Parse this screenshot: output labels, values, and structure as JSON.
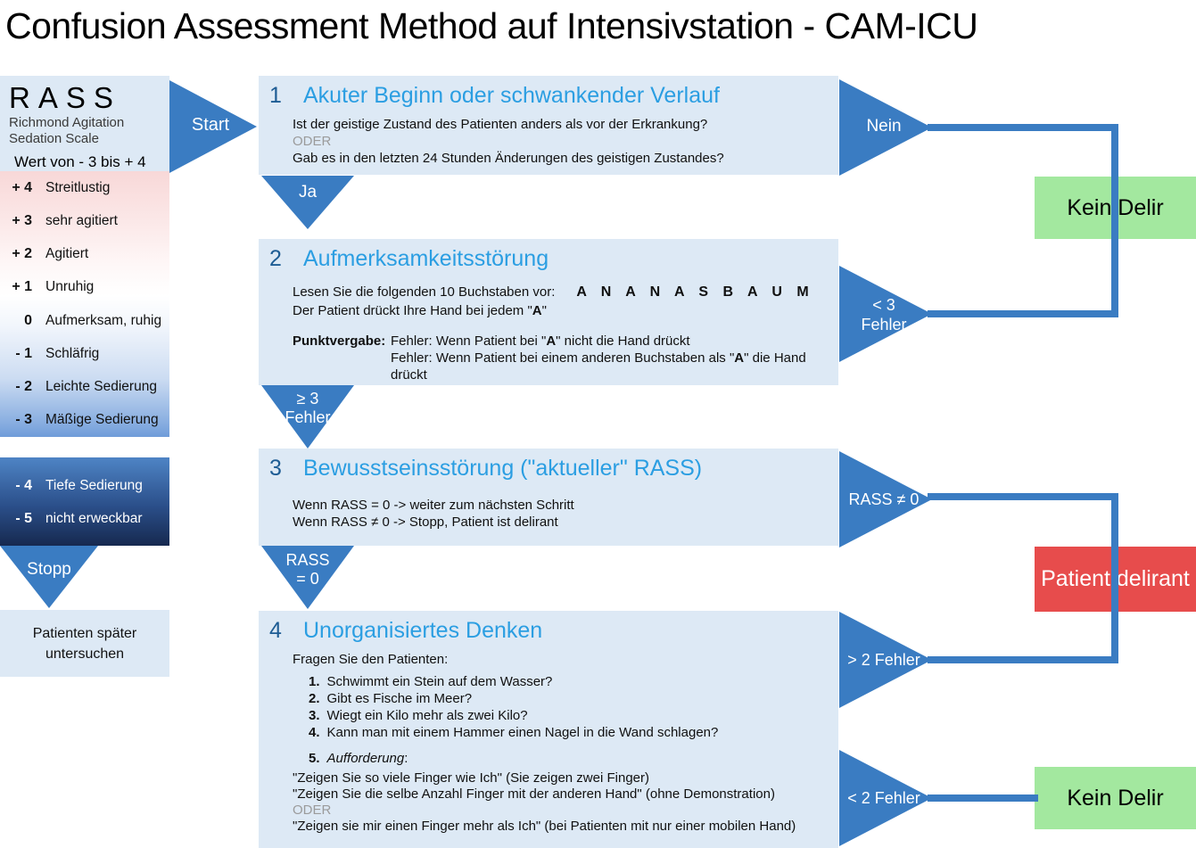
{
  "title": "Confusion Assessment Method auf Intensivstation - CAM-ICU",
  "colors": {
    "arrow_blue": "#3a7cc2",
    "box_light_blue": "#dde9f5",
    "step_title_blue": "#2b9ee2",
    "step_number_blue": "#1d5c94",
    "outcome_green": "#a3e89f",
    "outcome_red": "#e74c4c",
    "deep_sedation_gradient_top": "#4e84c5",
    "deep_sedation_gradient_bottom": "#16294f",
    "scale_gradient_top_pink": "#f8d8d8",
    "scale_gradient_bottom_blue": "#6f9cd9",
    "muted_gray": "#9b9b9b"
  },
  "rass_panel": {
    "title": "RASS",
    "subtitle_line1": "Richmond Agitation",
    "subtitle_line2": "Sedation Scale",
    "range_note": "Wert von - 3 bis + 4",
    "scale": [
      {
        "value": "+ 4",
        "label": "Streitlustig"
      },
      {
        "value": "+ 3",
        "label": "sehr agitiert"
      },
      {
        "value": "+ 2",
        "label": "Agitiert"
      },
      {
        "value": "+ 1",
        "label": "Unruhig"
      },
      {
        "value": "0",
        "label": "Aufmerksam, ruhig"
      },
      {
        "value": "- 1",
        "label": "Schläfrig"
      },
      {
        "value": "- 2",
        "label": "Leichte Sedierung"
      },
      {
        "value": "- 3",
        "label": "Mäßige Sedierung"
      }
    ],
    "deep_scale": [
      {
        "value": "- 4",
        "label": "Tiefe Sedierung"
      },
      {
        "value": "- 5",
        "label": "nicht erweckbar"
      }
    ],
    "stop_label": "Stopp",
    "stop_action_line1": "Patienten später",
    "stop_action_line2": "untersuchen"
  },
  "flow": {
    "start_label": "Start",
    "step1": {
      "number": "1",
      "title": "Akuter Beginn oder schwankender Verlauf",
      "line1": "Ist der geistige Zustand des Patienten anders als vor der Erkrankung?",
      "oder": "ODER",
      "line2": "Gab es in den letzten 24 Stunden Änderungen des geistigen Zustandes?"
    },
    "step2": {
      "number": "2",
      "title": "Aufmerksamkeitsstörung",
      "read_label": "Lesen Sie die folgenden 10 Buchstaben vor:",
      "letters": "A N A N A S B A U M",
      "press_pre": "Der Patient drückt Ihre Hand bei jedem \"",
      "press_bold": "A",
      "press_post": "\"",
      "score_label": "Punktvergabe:",
      "err1_pre": "Fehler: Wenn Patient bei \"",
      "err1_bold": "A",
      "err1_post": "\" nicht die Hand drückt",
      "err2_pre": "Fehler: Wenn Patient bei einem anderen Buchstaben als \"",
      "err2_bold": "A",
      "err2_post": "\" die Hand drückt"
    },
    "step3": {
      "number": "3",
      "title": "Bewusstseinsstörung (\"aktueller\" RASS)",
      "line1": "Wenn RASS = 0 -> weiter zum nächsten Schritt",
      "line2": "Wenn RASS ≠ 0 -> Stopp, Patient ist delirant"
    },
    "step4": {
      "number": "4",
      "title": "Unorganisiertes Denken",
      "intro": "Fragen Sie den Patienten:",
      "questions": [
        {
          "num": "1.",
          "text": "Schwimmt ein Stein auf dem Wasser?"
        },
        {
          "num": "2.",
          "text": "Gibt es Fische im Meer?"
        },
        {
          "num": "3.",
          "text": "Wiegt ein Kilo mehr als zwei Kilo?"
        },
        {
          "num": "4.",
          "text": "Kann man mit einem Hammer einen Nagel in die Wand schlagen?"
        }
      ],
      "item5_num": "5.",
      "item5_label": "Aufforderung",
      "item5_colon": ":",
      "quote1": "\"Zeigen Sie so viele Finger wie Ich\" (Sie zeigen zwei Finger)",
      "quote2": "\"Zeigen Sie die selbe Anzahl Finger mit der anderen Hand\" (ohne Demonstration)",
      "oder": "ODER",
      "quote3": "\"Zeigen sie mir einen Finger mehr als Ich\" (bei Patienten mit nur einer mobilen Hand)"
    },
    "down_arrows": [
      {
        "line1": "Ja",
        "line2": ""
      },
      {
        "line1": "≥ 3",
        "line2": "Fehler"
      },
      {
        "line1": "RASS",
        "line2": "= 0"
      }
    ],
    "right_arrows": [
      {
        "line1": "Nein",
        "line2": ""
      },
      {
        "line1": "< 3",
        "line2": "Fehler"
      },
      {
        "line1": "RASS ≠ 0",
        "line2": ""
      },
      {
        "line1": "> 2 Fehler",
        "line2": ""
      },
      {
        "line1": "< 2 Fehler",
        "line2": ""
      }
    ],
    "outcomes": [
      {
        "label": "Kein Delir"
      },
      {
        "label": "Patient delirant"
      },
      {
        "label": "Kein Delir"
      }
    ]
  }
}
